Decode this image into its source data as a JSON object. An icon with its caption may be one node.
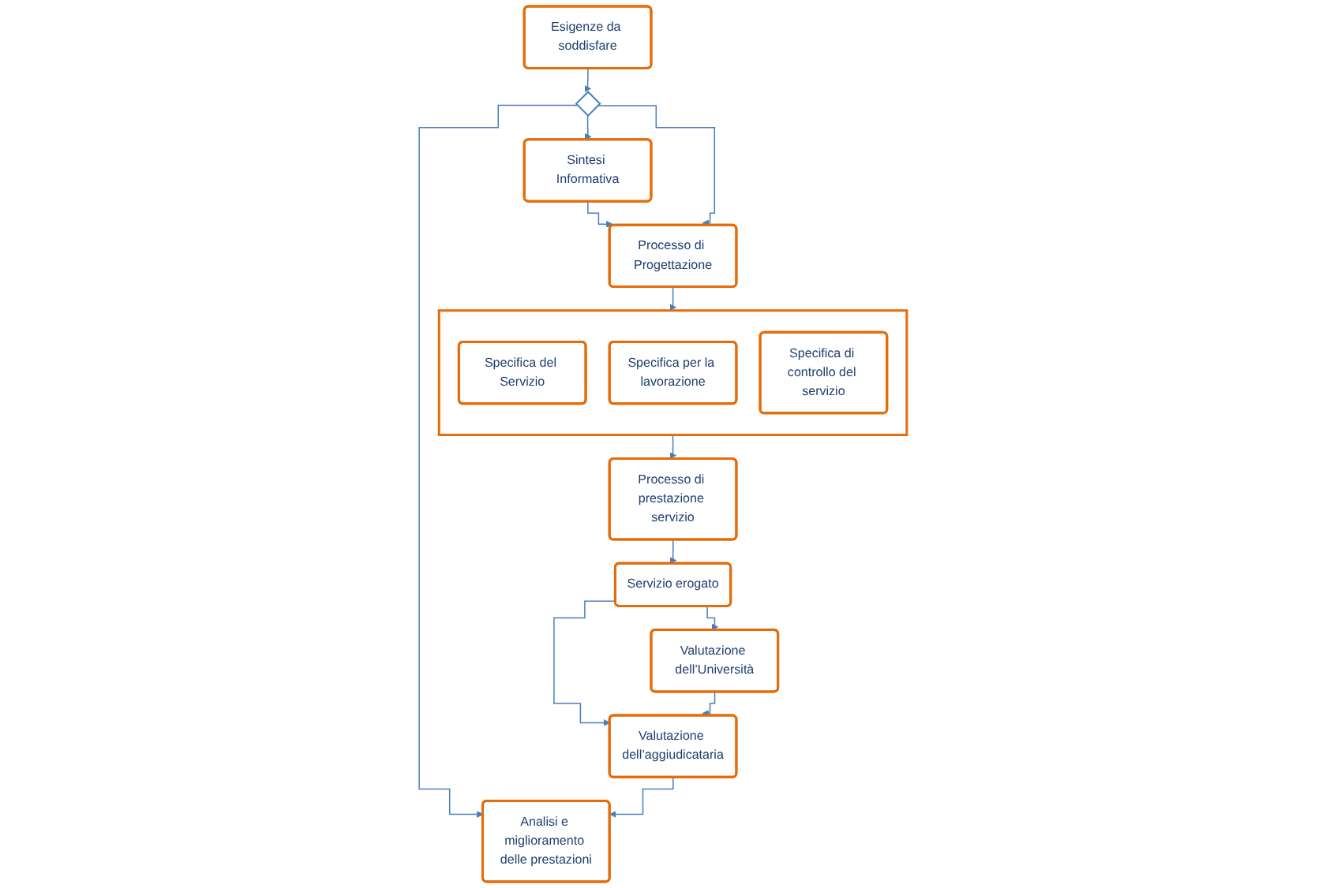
{
  "diagram": {
    "nodes": [
      {
        "text": [
          "Sintesi Informativa"
        ]
      },
      {
        "text": [
          "Processo di Progettazione"
        ]
      },
      {
        "text": [],
        "shape": "box"
      },
      {
        "text": [
          "Specifica del Servizio"
        ],
        "in": 2
      },
      {
        "text": [
          "Specifica per la lavorazione"
        ],
        "in": 2
      },
      {
        "text": [
          "Specifica di controllo del servizio"
        ],
        "in": 2
      },
      {
        "text": [
          "Esigenze da soddisfare"
        ]
      },
      {
        "text": [],
        "shape": "diamond"
      },
      {
        "text": [
          "Analisi e miglioramento delle prestazioni"
        ]
      },
      {
        "text": [
          "Processo di prestazione servizio"
        ]
      },
      {
        "text": [
          "Valutazione dell’aggiudicataria"
        ]
      },
      {
        "text": [
          "Servizio erogato"
        ]
      },
      {
        "text": [
          "Valutazione dell’Università"
        ]
      }
    ],
    "edges": [
      {
        "from": 0,
        "to": 1,
        "arrow": "to"
      },
      {
        "from": 1,
        "to": 2,
        "arrow": "to"
      },
      {
        "from": 7,
        "to": 0,
        "arrow": "to"
      },
      {
        "from": 7,
        "to": 1,
        "arrow": "to"
      },
      {
        "from": 6,
        "to": 7,
        "arrow": "to"
      },
      {
        "from": 7,
        "to": 8,
        "arrow": "to"
      },
      {
        "from": 2,
        "to": 9,
        "arrow": "to"
      },
      {
        "from": 9,
        "to": 11,
        "arrow": "to"
      },
      {
        "from": 11,
        "to": 10,
        "arrow": "to"
      },
      {
        "from": 11,
        "to": 12,
        "arrow": "to"
      },
      {
        "from": 12,
        "to": 10,
        "arrow": "to"
      },
      {
        "from": 10,
        "to": 8,
        "arrow": "to"
      }
    ]
  }
}
